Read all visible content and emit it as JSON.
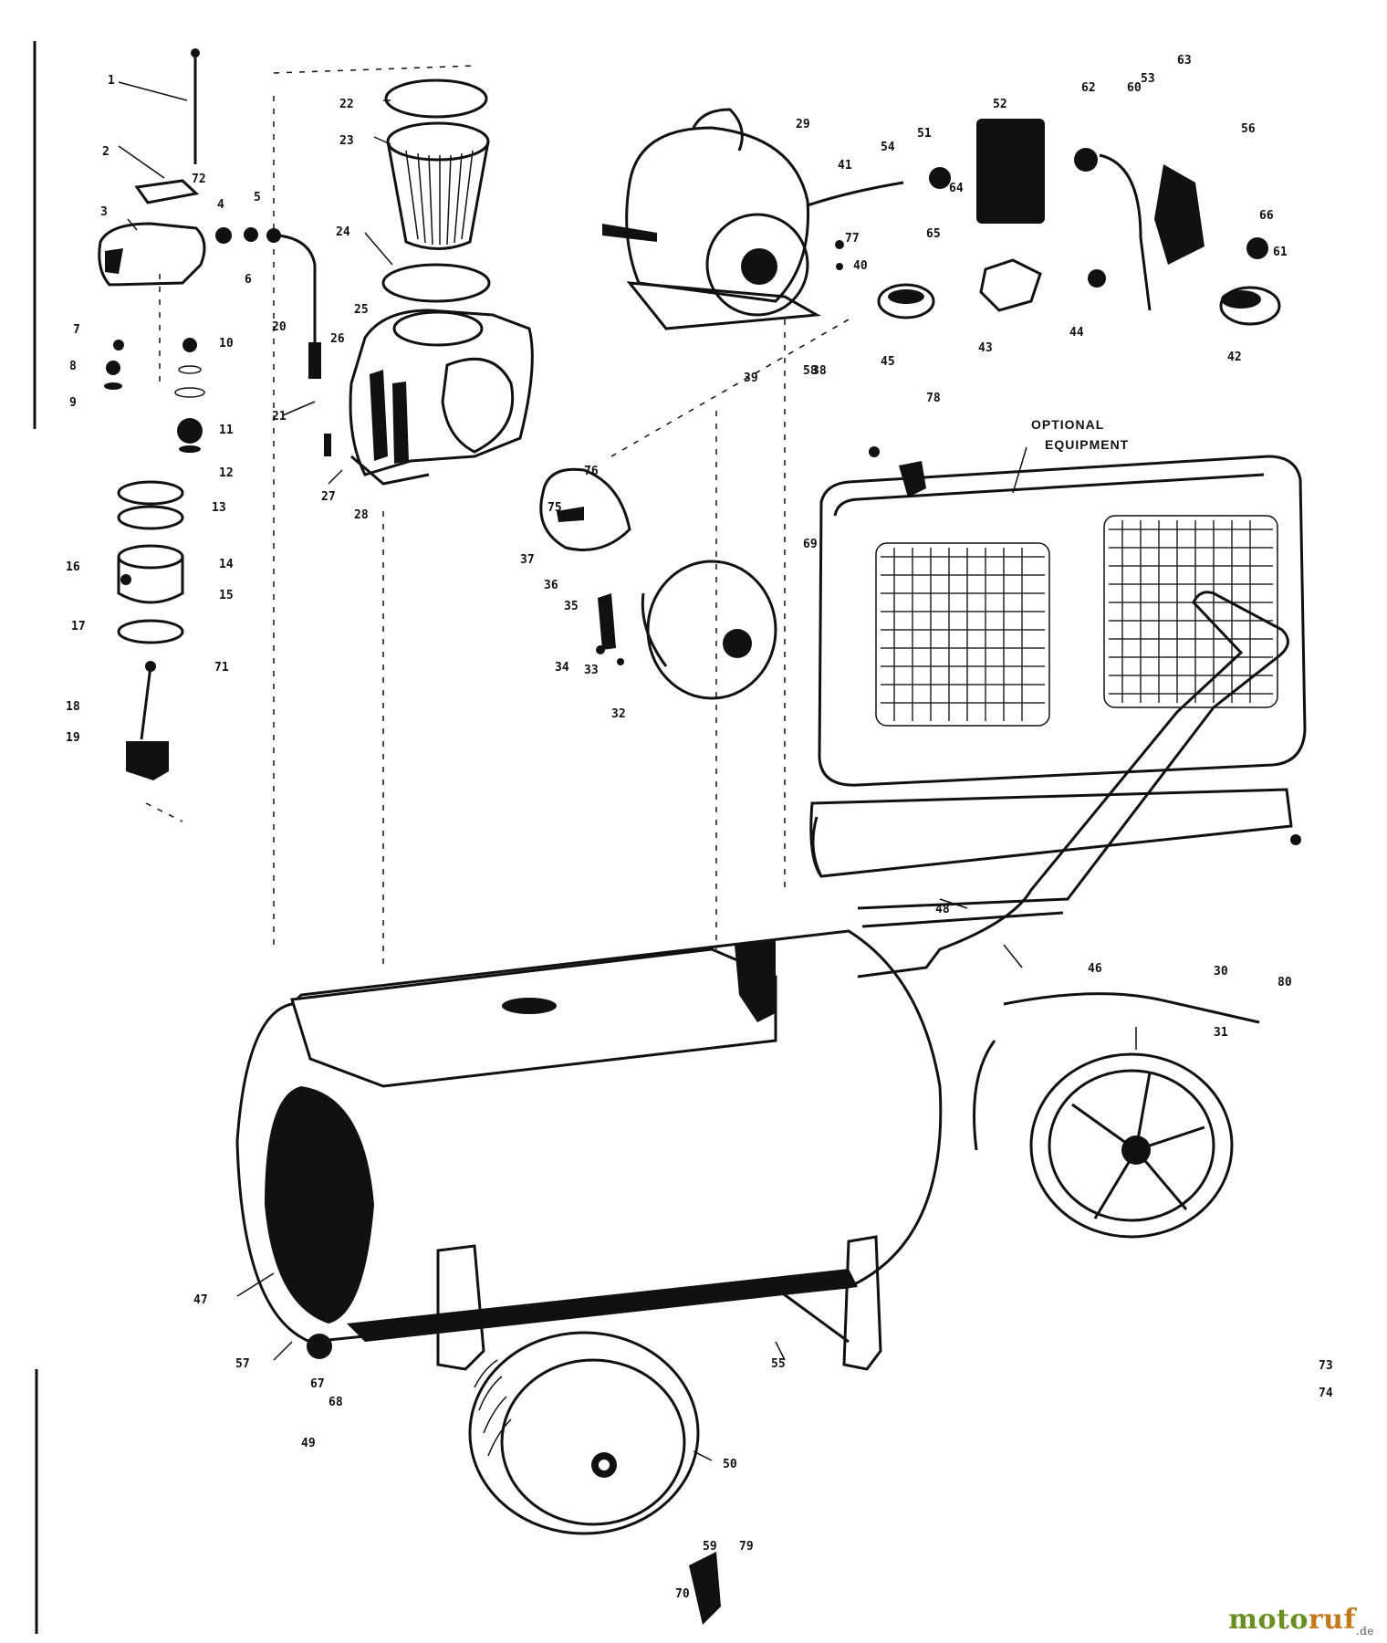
{
  "diagram": {
    "annotation": {
      "line1": "OPTIONAL",
      "line2": "EQUIPMENT"
    },
    "callouts": [
      {
        "id": "c1",
        "text": "1"
      },
      {
        "id": "c2",
        "text": "2"
      },
      {
        "id": "c3",
        "text": "3"
      },
      {
        "id": "c4",
        "text": "4"
      },
      {
        "id": "c5",
        "text": "5"
      },
      {
        "id": "c6",
        "text": "6"
      },
      {
        "id": "c7",
        "text": "7"
      },
      {
        "id": "c8",
        "text": "8"
      },
      {
        "id": "c9",
        "text": "9"
      },
      {
        "id": "c10",
        "text": "10"
      },
      {
        "id": "c11",
        "text": "11"
      },
      {
        "id": "c12",
        "text": "12"
      },
      {
        "id": "c13",
        "text": "13"
      },
      {
        "id": "c14",
        "text": "14"
      },
      {
        "id": "c15",
        "text": "15"
      },
      {
        "id": "c16",
        "text": "16"
      },
      {
        "id": "c17",
        "text": "17"
      },
      {
        "id": "c18",
        "text": "18"
      },
      {
        "id": "c19",
        "text": "19"
      },
      {
        "id": "c20",
        "text": "20"
      },
      {
        "id": "c21",
        "text": "21"
      },
      {
        "id": "c22",
        "text": "22"
      },
      {
        "id": "c23",
        "text": "23"
      },
      {
        "id": "c24",
        "text": "24"
      },
      {
        "id": "c25",
        "text": "25"
      },
      {
        "id": "c26",
        "text": "26"
      },
      {
        "id": "c27",
        "text": "27"
      },
      {
        "id": "c28",
        "text": "28"
      },
      {
        "id": "c29",
        "text": "29"
      },
      {
        "id": "c30",
        "text": "30"
      },
      {
        "id": "c31",
        "text": "31"
      },
      {
        "id": "c32",
        "text": "32"
      },
      {
        "id": "c33",
        "text": "33"
      },
      {
        "id": "c34",
        "text": "34"
      },
      {
        "id": "c35",
        "text": "35"
      },
      {
        "id": "c36",
        "text": "36"
      },
      {
        "id": "c37",
        "text": "37"
      },
      {
        "id": "c38",
        "text": "38"
      },
      {
        "id": "c39",
        "text": "39"
      },
      {
        "id": "c40",
        "text": "40"
      },
      {
        "id": "c41",
        "text": "41"
      },
      {
        "id": "c42",
        "text": "42"
      },
      {
        "id": "c43",
        "text": "43"
      },
      {
        "id": "c44",
        "text": "44"
      },
      {
        "id": "c45",
        "text": "45"
      },
      {
        "id": "c46",
        "text": "46"
      },
      {
        "id": "c47",
        "text": "47"
      },
      {
        "id": "c48",
        "text": "48"
      },
      {
        "id": "c49",
        "text": "49"
      },
      {
        "id": "c50",
        "text": "50"
      },
      {
        "id": "c51",
        "text": "51"
      },
      {
        "id": "c52",
        "text": "52"
      },
      {
        "id": "c53",
        "text": "53"
      },
      {
        "id": "c54",
        "text": "54"
      },
      {
        "id": "c55",
        "text": "55"
      },
      {
        "id": "c56",
        "text": "56"
      },
      {
        "id": "c57",
        "text": "57"
      },
      {
        "id": "c58",
        "text": "58"
      },
      {
        "id": "c59",
        "text": "59"
      },
      {
        "id": "c60",
        "text": "60"
      },
      {
        "id": "c61",
        "text": "61"
      },
      {
        "id": "c62",
        "text": "62"
      },
      {
        "id": "c63",
        "text": "63"
      },
      {
        "id": "c64",
        "text": "64"
      },
      {
        "id": "c65",
        "text": "65"
      },
      {
        "id": "c66",
        "text": "66"
      },
      {
        "id": "c67",
        "text": "67"
      },
      {
        "id": "c68",
        "text": "68"
      },
      {
        "id": "c69",
        "text": "69"
      },
      {
        "id": "c70",
        "text": "70"
      },
      {
        "id": "c71",
        "text": "71"
      },
      {
        "id": "c72",
        "text": "72"
      },
      {
        "id": "c73",
        "text": "73"
      },
      {
        "id": "c74",
        "text": "74"
      },
      {
        "id": "c75",
        "text": "75"
      },
      {
        "id": "c76",
        "text": "76"
      },
      {
        "id": "c77",
        "text": "77"
      },
      {
        "id": "c78",
        "text": "78"
      },
      {
        "id": "c79",
        "text": "79"
      },
      {
        "id": "c80",
        "text": "80"
      }
    ]
  },
  "watermark": {
    "part1": "moto",
    "part2": "ruf",
    "suffix": ".de"
  }
}
